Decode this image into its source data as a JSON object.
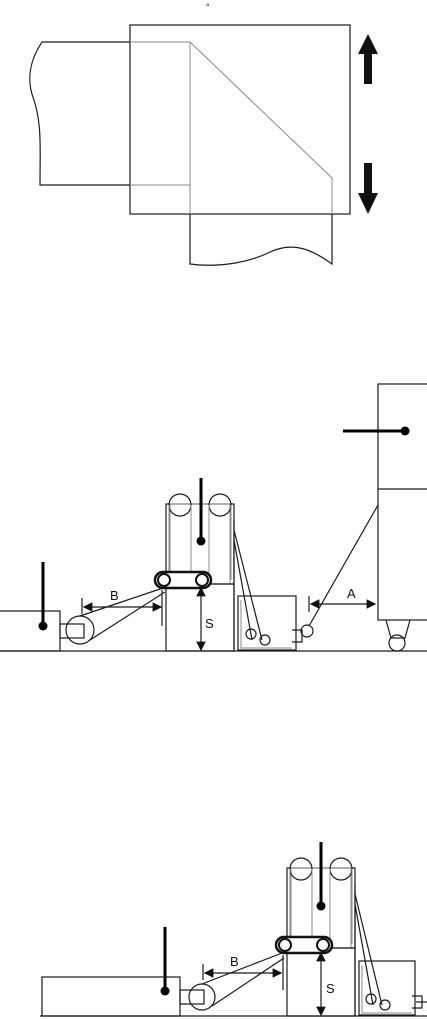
{
  "top_diagram": {
    "mark": "°",
    "arrow_up_icon": "arrow-up-icon",
    "arrow_down_icon": "arrow-down-icon"
  },
  "middle_diagram": {
    "label_a": "A",
    "label_b": "B",
    "label_s": "S"
  },
  "bottom_diagram": {
    "label_b": "B",
    "label_s": "S"
  }
}
